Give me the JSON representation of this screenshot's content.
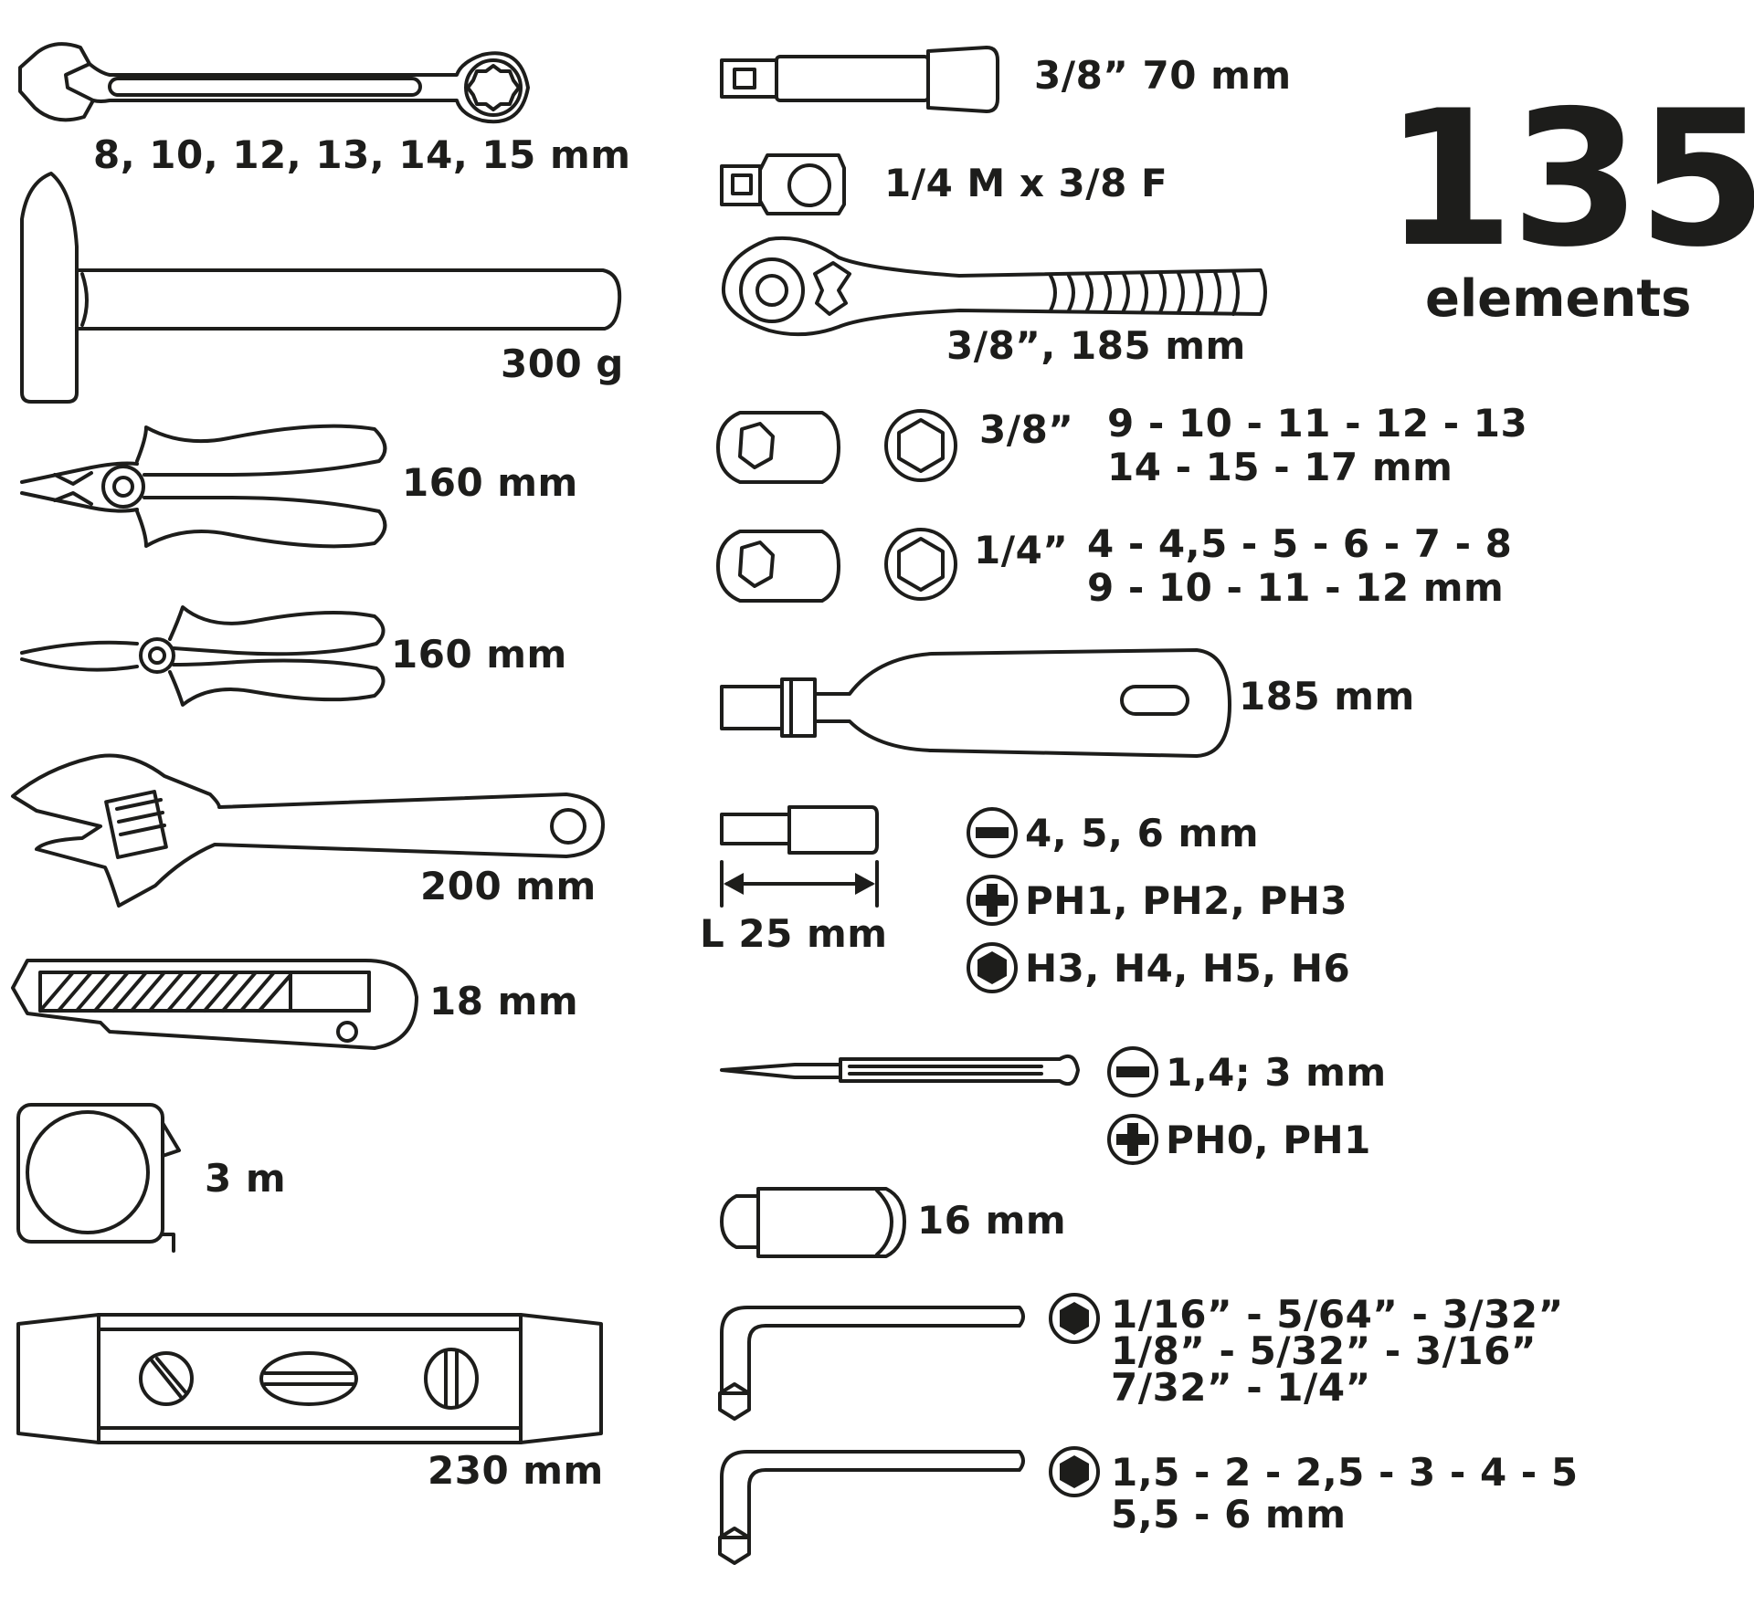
{
  "headline": {
    "count": "135",
    "unit": "elements"
  },
  "labels": {
    "combination_wrench": "8, 10, 12, 13, 14, 15 mm",
    "hammer": "300 g",
    "combination_pliers": "160 mm",
    "long_nose_pliers": "160 mm",
    "adjustable_wrench": "200 mm",
    "utility_knife": "18 mm",
    "tape_measure": "3 m",
    "spirit_level": "230 mm",
    "extension_bar": "3/8” 70 mm",
    "adapter": "1/4 M x 3/8 F",
    "ratchet": "3/8”, 185 mm",
    "sockets_38_size": "3/8”",
    "sockets_38_line1": "9 - 10 - 11 - 12 - 13",
    "sockets_38_line2": "14 - 15 - 17 mm",
    "sockets_14_size": "1/4”",
    "sockets_14_line1": "4 - 4,5 - 5 - 6 - 7 - 8",
    "sockets_14_line2": "9 - 10 - 11 - 12 mm",
    "bit_handle": "185 mm",
    "bit_length": "L 25 mm",
    "bits_flat": "4, 5, 6 mm",
    "bits_phillips": "PH1, PH2, PH3",
    "bits_hex": "H3, H4, H5, H6",
    "precision_flat": "1,4; 3 mm",
    "precision_phillips": "PH0, PH1",
    "spark_plug_socket": "16 mm",
    "hex_inch_line1": "1/16” - 5/64” - 3/32”",
    "hex_inch_line2": "1/8” - 5/32” - 3/16”",
    "hex_inch_line3": "7/32” - 1/4”",
    "hex_metric_line1": "1,5 - 2 - 2,5 - 3 - 4 -  5",
    "hex_metric_line2": "5,5 - 6 mm"
  },
  "colors": {
    "ink": "#1d1d1b",
    "background": "#ffffff"
  }
}
